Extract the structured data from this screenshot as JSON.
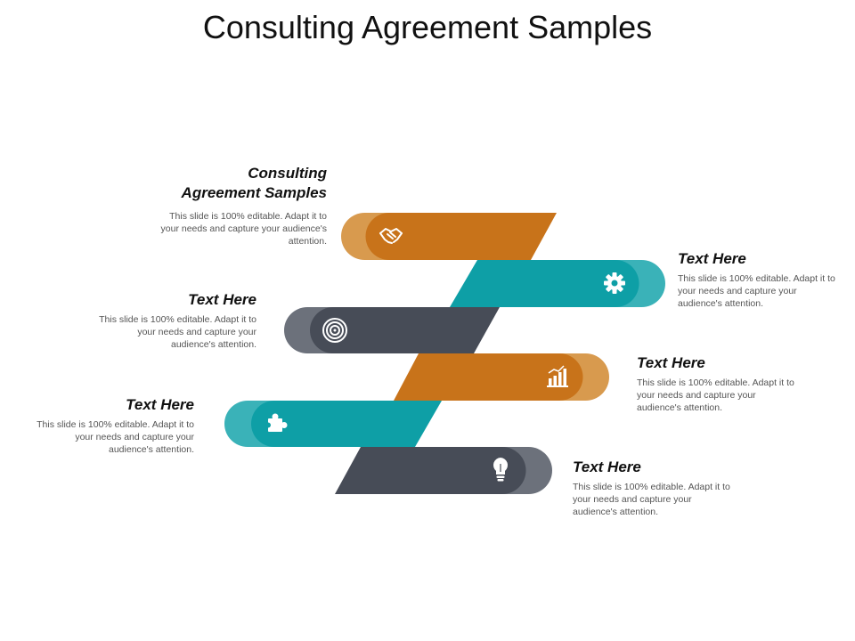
{
  "title": "Consulting Agreement Samples",
  "colors": {
    "orange": "#C8731A",
    "orange_light": "#D89A4E",
    "teal": "#0E9FA6",
    "teal_light": "#3AB2B8",
    "dark": "#474C57",
    "dark_light": "#6C717B"
  },
  "items": [
    {
      "heading": "Consulting\nAgreement Samples",
      "text": "This slide is 100% editable. Adapt it to your needs and capture your audience's attention.",
      "color": "orange",
      "icon": "handshake-icon"
    },
    {
      "heading": "Text Here",
      "text": "This slide is 100% editable. Adapt it to your needs and capture your audience's attention.",
      "color": "teal",
      "icon": "gear-icon"
    },
    {
      "heading": "Text Here",
      "text": "This slide is 100% editable. Adapt it to your needs and capture your audience's attention.",
      "color": "dark",
      "icon": "target-icon"
    },
    {
      "heading": "Text Here",
      "text": "This slide is 100% editable. Adapt it to your needs and capture your audience's attention.",
      "color": "orange",
      "icon": "bar-chart-icon"
    },
    {
      "heading": "Text Here",
      "text": "This slide is 100% editable. Adapt it to your needs and capture your audience's attention.",
      "color": "teal",
      "icon": "puzzle-icon"
    },
    {
      "heading": "Text Here",
      "text": "This slide is 100% editable. Adapt it to your needs and capture your audience's attention.",
      "color": "dark",
      "icon": "lightbulb-icon"
    }
  ]
}
